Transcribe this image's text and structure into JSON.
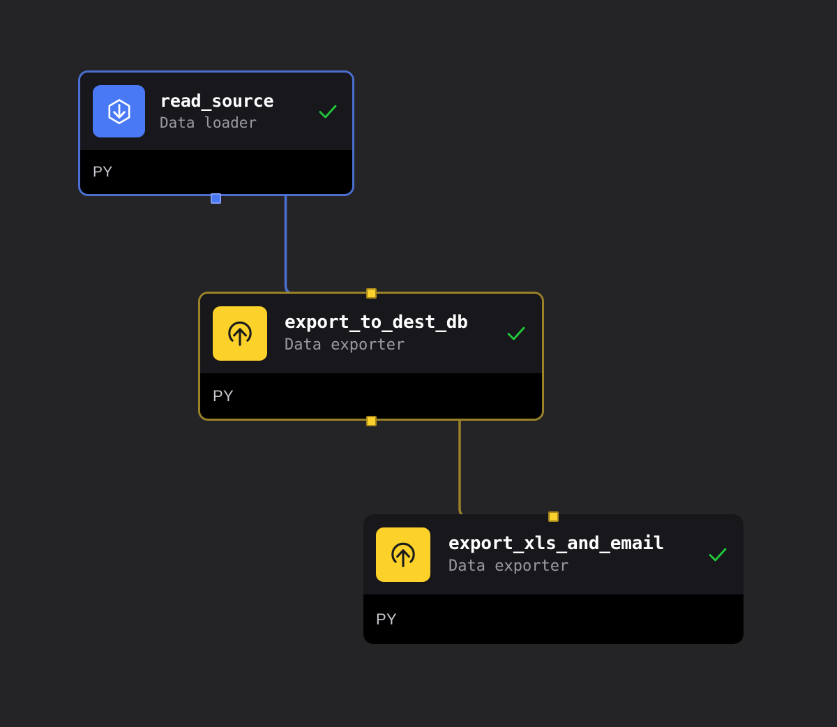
{
  "canvas": {
    "background_color": "#242427",
    "type": "pipeline-dag-editor"
  },
  "nodes": [
    {
      "id": "read_source",
      "title": "read_source",
      "subtitle": "Data loader",
      "language": "PY",
      "icon": "hexagon-arrow-down-icon",
      "icon_bg": "#4a79f5",
      "border_color": "#4a6fd1",
      "status": "success",
      "status_icon": "check-icon",
      "status_color": "#22c93a"
    },
    {
      "id": "export_to_dest_db",
      "title": "export_to_dest_db",
      "subtitle": "Data exporter",
      "language": "PY",
      "icon": "arc-arrow-up-icon",
      "icon_bg": "#fcd12a",
      "border_color": "#9a8229",
      "status": "success",
      "status_icon": "check-icon",
      "status_color": "#22c93a"
    },
    {
      "id": "export_xls_and_email",
      "title": "export_xls_and_email",
      "subtitle": "Data exporter",
      "language": "PY",
      "icon": "arc-arrow-up-icon",
      "icon_bg": "#fcd12a",
      "border_color": "#d6f520",
      "border_gradient_from": "#edc79c",
      "border_gradient_to": "#d6f520",
      "status": "success",
      "status_icon": "check-icon",
      "status_color": "#22c93a"
    }
  ],
  "edges": [
    {
      "id": "read_source-to-export_to_dest_db",
      "from": "read_source",
      "to": "export_to_dest_db",
      "color": "#4a6fd1"
    },
    {
      "id": "export_to_dest_db-to-export_xls_and_email",
      "from": "export_to_dest_db",
      "to": "export_xls_and_email",
      "color": "#9a8229"
    }
  ],
  "handles": [
    {
      "id": "read_source-out",
      "node": "read_source",
      "side": "bottom",
      "color": "#4a79f5"
    },
    {
      "id": "export_to_dest_db-in",
      "node": "export_to_dest_db",
      "side": "top",
      "color": "#fbcf2c"
    },
    {
      "id": "export_to_dest_db-out",
      "node": "export_to_dest_db",
      "side": "bottom",
      "color": "#fbcf2c"
    },
    {
      "id": "export_xls_and_email-in",
      "node": "export_xls_and_email",
      "side": "top",
      "color": "#fbcf2c"
    }
  ]
}
